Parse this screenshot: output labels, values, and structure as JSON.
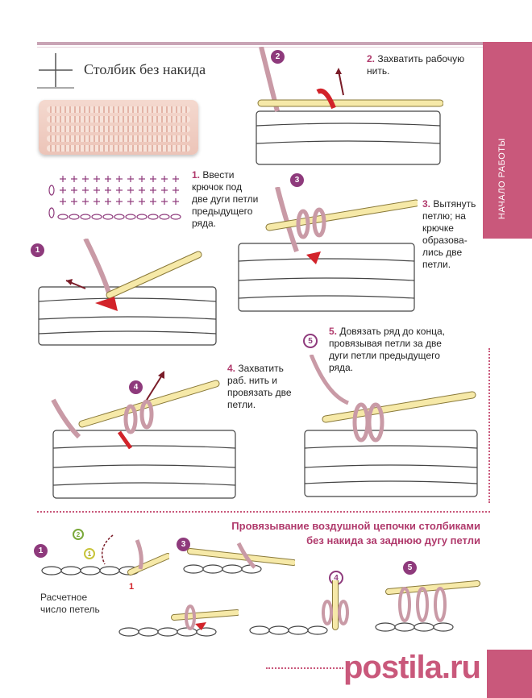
{
  "page": {
    "title": "Столбик без накида",
    "side_tab_label": "НАЧАЛО РАБОТЫ",
    "watermark": "postila.ru"
  },
  "steps": [
    {
      "num": "1",
      "label_num": "1.",
      "text": "Ввести крючок под две дуги петли предыдущего ряда."
    },
    {
      "num": "2",
      "label_num": "2.",
      "text": "Захватить рабочую нить."
    },
    {
      "num": "3",
      "label_num": "3.",
      "text": "Вытянуть петлю; на крючке образова-лись две петли."
    },
    {
      "num": "4",
      "label_num": "4.",
      "text": "Захватить раб. нить и провязать две петли."
    },
    {
      "num": "5",
      "label_num": "5.",
      "text": "Довязать ряд до конца, провязывая петли за две дуги петли предыдущего ряда."
    }
  ],
  "section2": {
    "title_line1": "Провязывание воздушной цепочки столбиками",
    "title_line2": "без накида за заднюю дугу петли",
    "badges": [
      "1",
      "2",
      "3",
      "4",
      "5"
    ],
    "small_markers": [
      "2",
      "1",
      "1"
    ],
    "note_line1": "Расчетное",
    "note_line2": "число петель"
  },
  "colors": {
    "accent": "#c9587b",
    "badge": "#8e3a7c",
    "hook": "#f6e9a8",
    "yarn": "#c99aa6",
    "red": "#d2232a"
  }
}
